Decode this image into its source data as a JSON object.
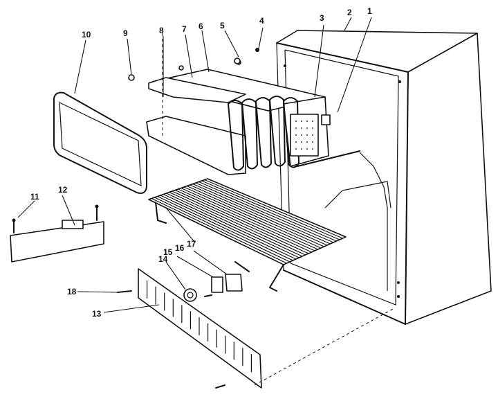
{
  "callouts": {
    "c1": "1",
    "c2": "2",
    "c3": "3",
    "c4": "4",
    "c5": "5",
    "c6": "6",
    "c7": "7",
    "c8": "8",
    "c9": "9",
    "c10": "10",
    "c11": "11",
    "c12": "12",
    "c13": "13",
    "c14": "14",
    "c15": "15",
    "c16": "16",
    "c17": "17",
    "c18": "18"
  }
}
